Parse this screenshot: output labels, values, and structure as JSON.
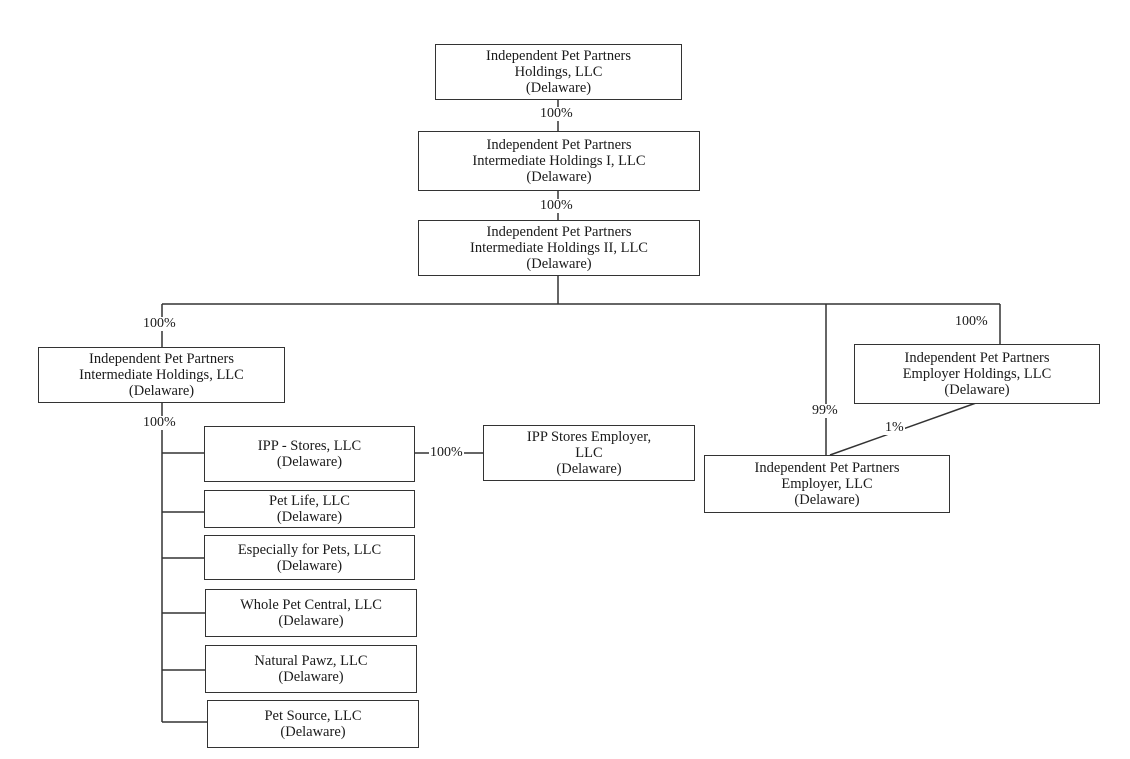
{
  "entities": {
    "holdings": [
      "Independent Pet Partners",
      "Holdings, LLC",
      "(Delaware)"
    ],
    "intermediate_i": [
      "Independent Pet Partners",
      "Intermediate Holdings I, LLC",
      "(Delaware)"
    ],
    "intermediate_ii": [
      "Independent Pet Partners",
      "Intermediate Holdings II, LLC",
      "(Delaware)"
    ],
    "intermediate": [
      "Independent Pet Partners",
      "Intermediate Holdings, LLC",
      "(Delaware)"
    ],
    "employer_holdings": [
      "Independent Pet Partners",
      "Employer Holdings, LLC",
      "(Delaware)"
    ],
    "employer": [
      "Independent Pet Partners",
      "Employer, LLC",
      "(Delaware)"
    ],
    "ipp_stores": [
      "IPP - Stores, LLC",
      "(Delaware)"
    ],
    "ipp_stores_employer": [
      "IPP Stores Employer,",
      "LLC",
      "(Delaware)"
    ],
    "pet_life": [
      "Pet Life, LLC",
      "(Delaware)"
    ],
    "especially_for_pets": [
      "Especially for Pets, LLC",
      "(Delaware)"
    ],
    "whole_pet_central": [
      "Whole Pet Central, LLC",
      "(Delaware)"
    ],
    "natural_pawz": [
      "Natural Pawz, LLC",
      "(Delaware)"
    ],
    "pet_source": [
      "Pet Source, LLC",
      "(Delaware)"
    ]
  },
  "ownership": {
    "holdings_to_intermediate_i": "100%",
    "intermediate_i_to_intermediate_ii": "100%",
    "intermediate_ii_to_intermediate": "100%",
    "intermediate_ii_to_employer_holdings": "100%",
    "intermediate_ii_to_employer": "99%",
    "employer_holdings_to_employer": "1%",
    "intermediate_to_subsidiaries": "100%",
    "ipp_stores_to_ipp_stores_employer": "100%"
  }
}
